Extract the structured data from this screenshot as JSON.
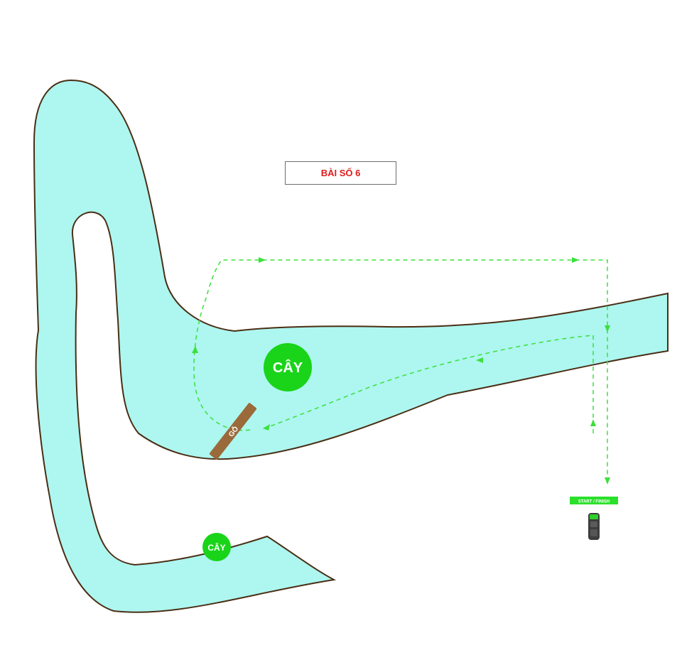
{
  "title": "BÀI SỐ 6",
  "labels": {
    "tree_large": "CÂY",
    "tree_small": "CÂY",
    "log": "GỖ",
    "start_finish": "START / FINISH"
  },
  "colors": {
    "water": "#aef6f0",
    "bank": "#4a2e14",
    "route": "#3be03b",
    "tree": "#19d419",
    "log": "#9a6a3a",
    "title_text": "#e01b1b",
    "start_bar": "#2be02b",
    "car": "#3d3d3d"
  },
  "icons": [
    "tree-marker",
    "log-marker",
    "car-icon",
    "arrow-icon"
  ]
}
